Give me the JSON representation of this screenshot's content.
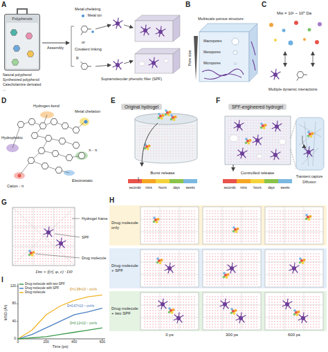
{
  "diagram": {
    "nodes": [
      {
        "text": [
          "Polyphenols"
        ]
      },
      {
        "text": [
          "Original hydrogel"
        ]
      },
      {
        "text": [
          "SPF-engineered hydrogel"
        ]
      },
      {
        "text": [
          "Drug molecule only"
        ]
      },
      {
        "text": [
          "Drug molecule + SPF"
        ]
      },
      {
        "text": [
          "Drug molecule + two SPF"
        ]
      }
    ],
    "labels": [
      "A",
      "B",
      "C",
      "D",
      "E",
      "F",
      "G",
      "H",
      "I",
      "Natural polyphenol",
      "Synthesized polyphenol",
      "Catecholamine derivated",
      "...",
      "Assembly",
      "Metal-chelating",
      ": Metal ion",
      "or",
      "Covalent linking",
      "R",
      "Multiscale porous structure",
      "Pore size",
      "Macropores",
      "Mesopores",
      "Micropores",
      "Mw = 10¹ ~ 10⁵ Da",
      "Multiple dynamic interactions",
      "Hydrogen-bond",
      "Metal chelation",
      "Hydrophobic",
      "π - π",
      "Electrostatic",
      "Cation - π",
      "Burst release",
      "seconds",
      "mins",
      "hours",
      "days",
      "weeks",
      "Controlled release",
      "seconds",
      "mins",
      "hours",
      "days",
      "weeks",
      "Transient capture",
      "Diffusion",
      "Hydrogel frame",
      "SPF",
      "Drug molecule",
      "Dm = f(rf, φ, ε) · D0",
      "0 ps",
      "300 ps",
      "600 ps",
      "MSD (Å²)",
      "Time (ps)",
      "0",
      "200",
      "400",
      "600",
      "0",
      "40",
      "80",
      "120",
      "D=1.98×10⁻⁵ cm²/s",
      "D=0.67×10⁻⁵ cm²/s",
      "D=0.12×10⁻⁵ cm²/s",
      "Supramolecular phenolic filler (SPF)"
    ],
    "legend": [
      {
        "text": "Drug molecule with two SPF"
      },
      {
        "text": "Drug molecule with SPF"
      },
      {
        "text": "Drug molecule"
      }
    ]
  }
}
